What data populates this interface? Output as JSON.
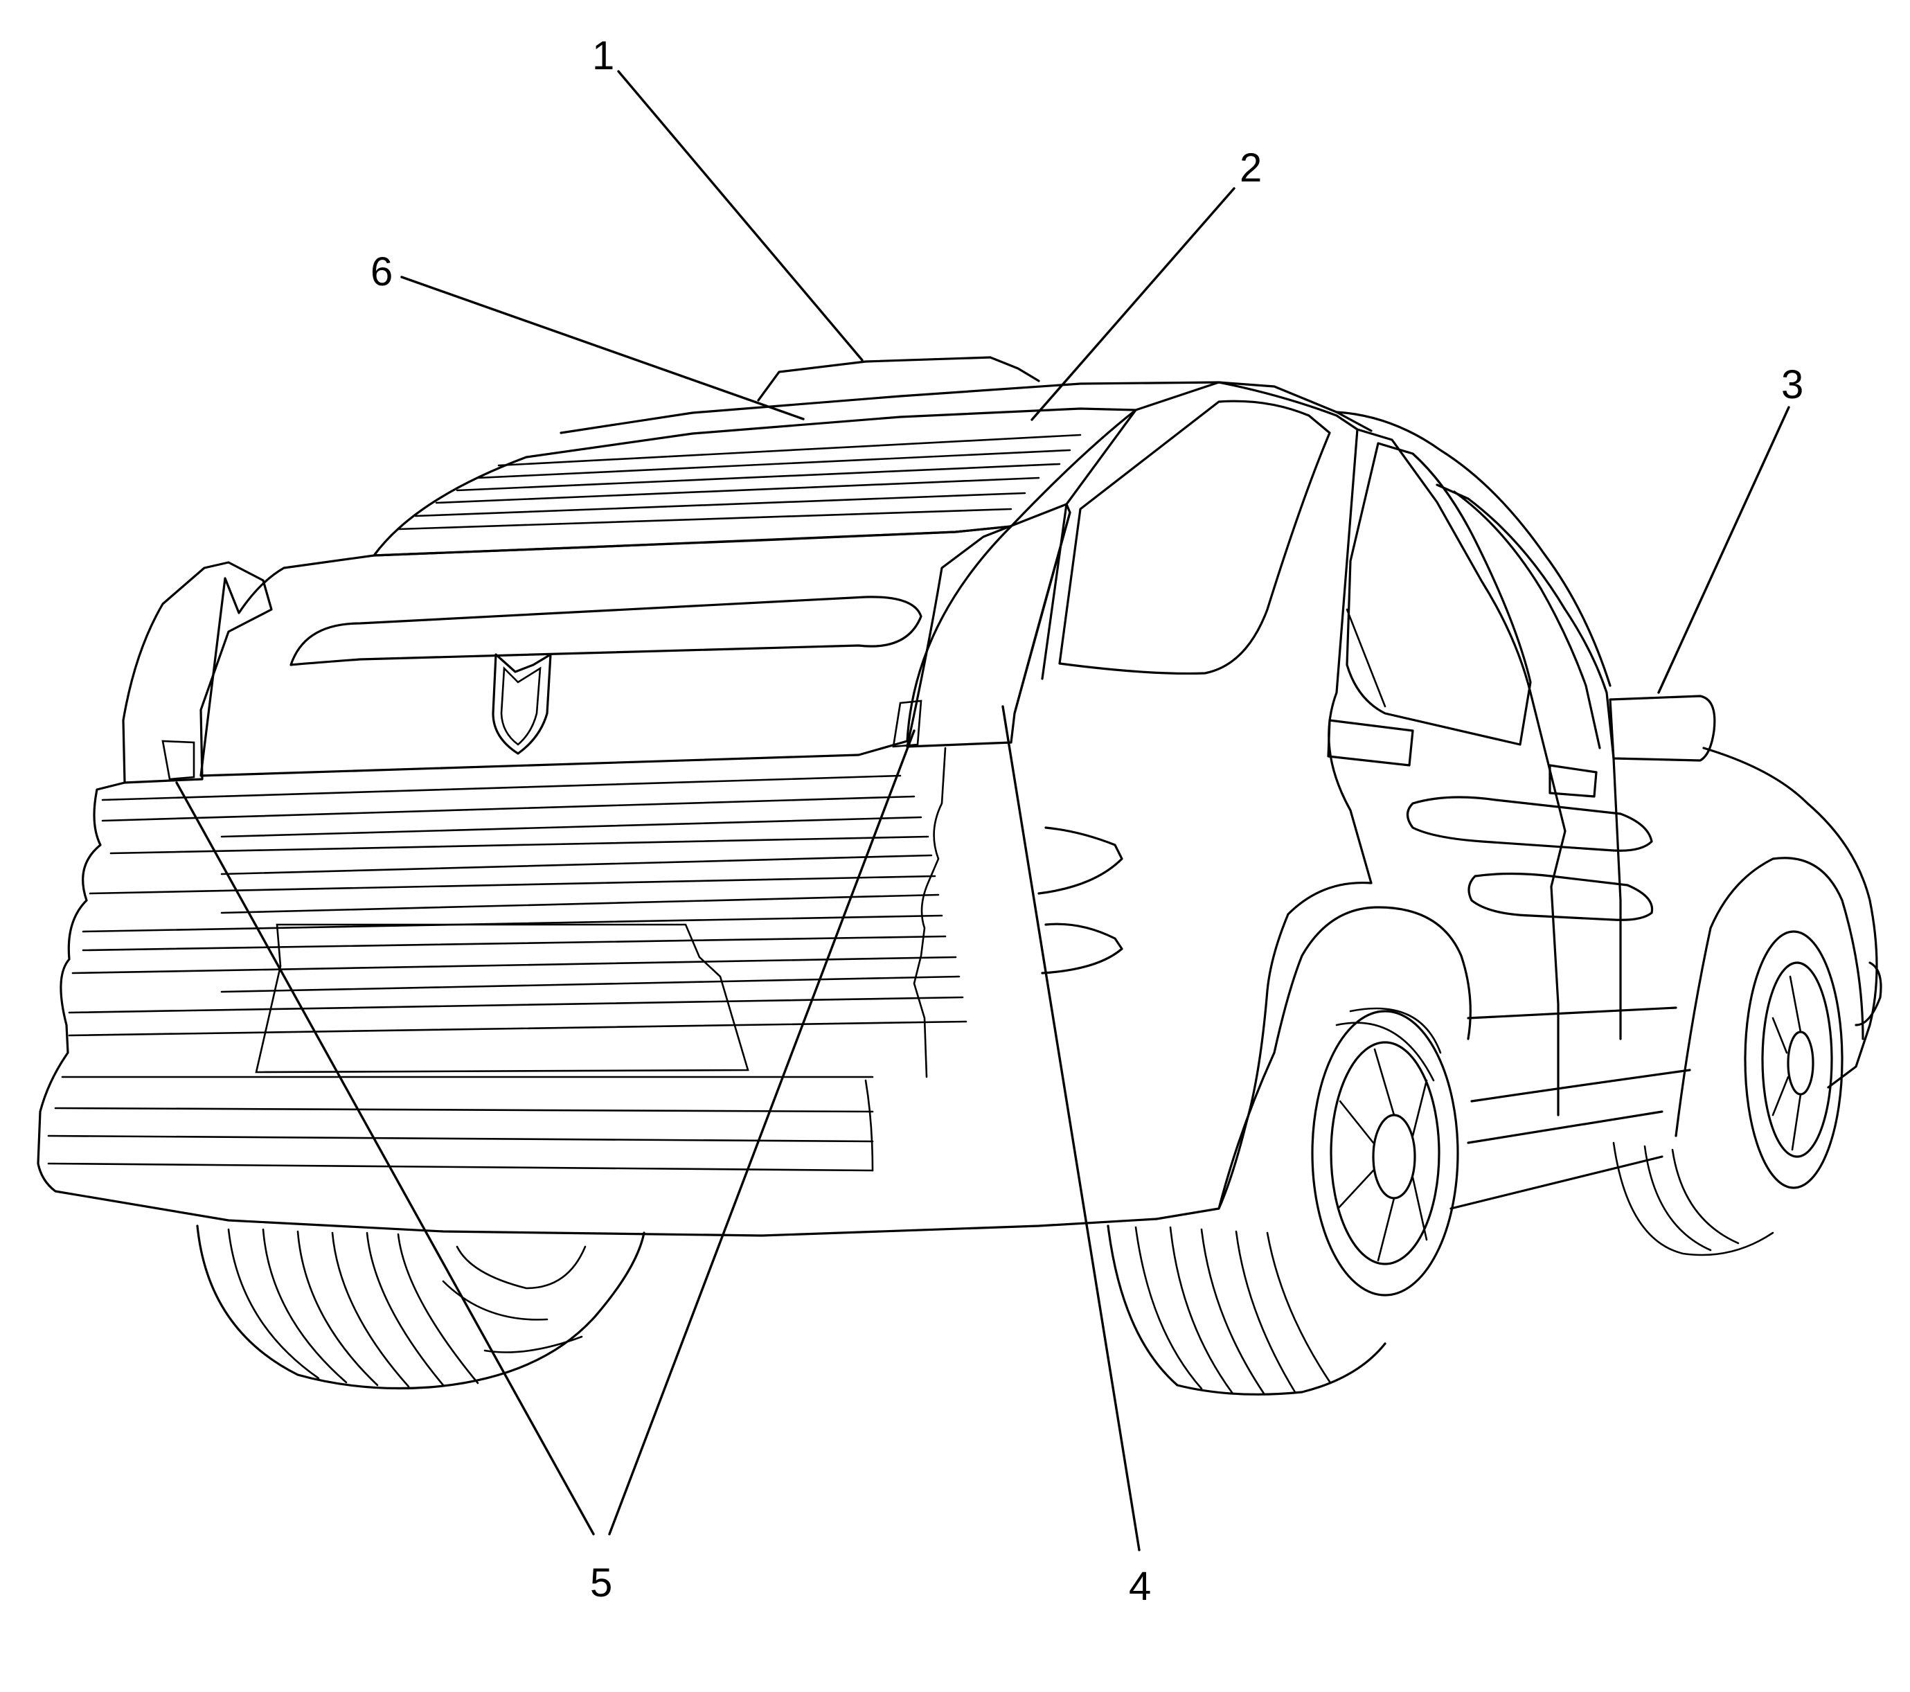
{
  "diagram": {
    "line_color": "#000000",
    "background": "#ffffff",
    "callouts": [
      {
        "id": "callout-1",
        "number": "1"
      },
      {
        "id": "callout-2",
        "number": "2"
      },
      {
        "id": "callout-3",
        "number": "3"
      },
      {
        "id": "callout-4",
        "number": "4"
      },
      {
        "id": "callout-5",
        "number": "5"
      },
      {
        "id": "callout-6",
        "number": "6"
      }
    ]
  }
}
